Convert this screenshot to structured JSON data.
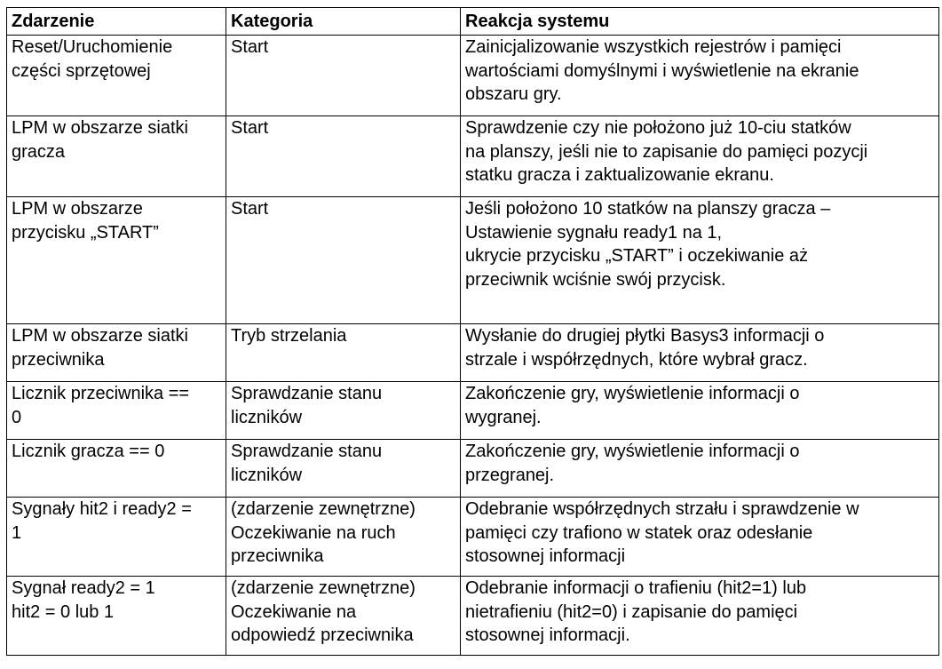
{
  "headers": {
    "event": "Zdarzenie",
    "category": "Kategoria",
    "reaction": "Reakcja systemu"
  },
  "rows": [
    {
      "event": [
        "Reset/Uruchomienie",
        "części sprzętowej"
      ],
      "category": [
        "Start"
      ],
      "reaction": [
        "Zainicjalizowanie wszystkich rejestrów i pamięci",
        "wartościami domyślnymi i wyświetlenie na ekranie",
        "obszaru gry."
      ]
    },
    {
      "event": [
        "LPM w obszarze siatki",
        "gracza"
      ],
      "category": [
        "Start"
      ],
      "reaction": [
        "Sprawdzenie czy nie położono już 10-ciu statków",
        "na planszy, jeśli nie to zapisanie do pamięci pozycji",
        "statku gracza i zaktualizowanie ekranu."
      ]
    },
    {
      "event": [
        "LPM w obszarze",
        "przycisku „START”"
      ],
      "category": [
        "Start"
      ],
      "reaction": [
        "Jeśli położono 10 statków na planszy gracza –",
        "Ustawienie sygnału ready1 na 1,",
        "ukrycie przycisku „START” i oczekiwanie aż",
        "przeciwnik wciśnie swój przycisk."
      ]
    },
    {
      "event": [
        "LPM w obszarze siatki",
        "przeciwnika"
      ],
      "category": [
        "Tryb strzelania"
      ],
      "reaction": [
        "Wysłanie do drugiej płytki Basys3 informacji o",
        "strzale i współrzędnych, które wybrał gracz."
      ]
    },
    {
      "event": [
        "Licznik przeciwnika ==",
        "0"
      ],
      "category": [
        "Sprawdzanie stanu",
        "liczników"
      ],
      "reaction": [
        "Zakończenie gry, wyświetlenie informacji o",
        "wygranej."
      ]
    },
    {
      "event": [
        "Licznik gracza == 0"
      ],
      "category": [
        "Sprawdzanie stanu",
        "liczników"
      ],
      "reaction": [
        "Zakończenie gry, wyświetlenie informacji o",
        "przegranej."
      ]
    },
    {
      "event": [
        "Sygnały hit2 i ready2 =",
        "1"
      ],
      "category": [
        "(zdarzenie zewnętrzne)",
        "Oczekiwanie na ruch",
        "przeciwnika"
      ],
      "reaction": [
        "Odebranie współrzędnych strzału i sprawdzenie w",
        "pamięci czy trafiono w statek oraz odesłanie",
        "stosownej informacji"
      ]
    },
    {
      "event": [
        "Sygnał ready2 = 1",
        "hit2 = 0 lub 1"
      ],
      "category": [
        "(zdarzenie zewnętrzne)",
        "Oczekiwanie na",
        "odpowiedź przeciwnika"
      ],
      "reaction": [
        "Odebranie informacji o trafieniu (hit2=1) lub",
        "nietrafieniu (hit2=0) i zapisanie do pamięci",
        "stosownej informacji."
      ]
    }
  ]
}
